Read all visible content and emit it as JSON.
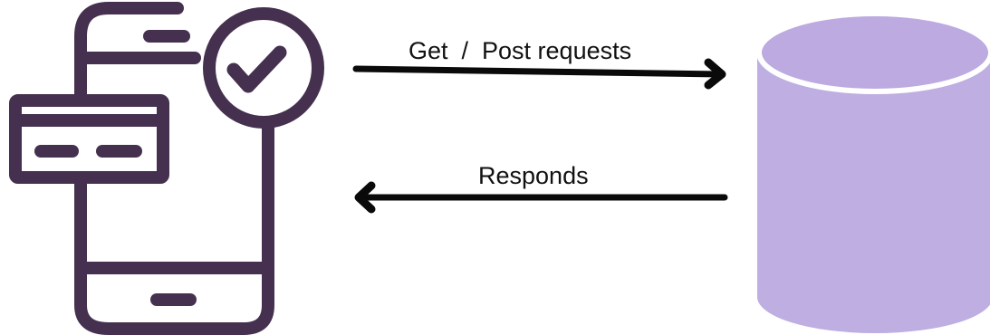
{
  "colors": {
    "icon_stroke": "#45304f",
    "arrow": "#0a0a0a",
    "database_fill": "#bfaee2",
    "database_top": "#bcaae0",
    "database_rim": "#ffffff",
    "text": "#111111"
  },
  "icons": {
    "client": "smartphone-payment-card-check-icon",
    "server": "database-cylinder-icon"
  },
  "arrows": {
    "request": {
      "label": "Get  /  Post requests",
      "direction": "right"
    },
    "response": {
      "label": "Responds",
      "direction": "left"
    }
  }
}
